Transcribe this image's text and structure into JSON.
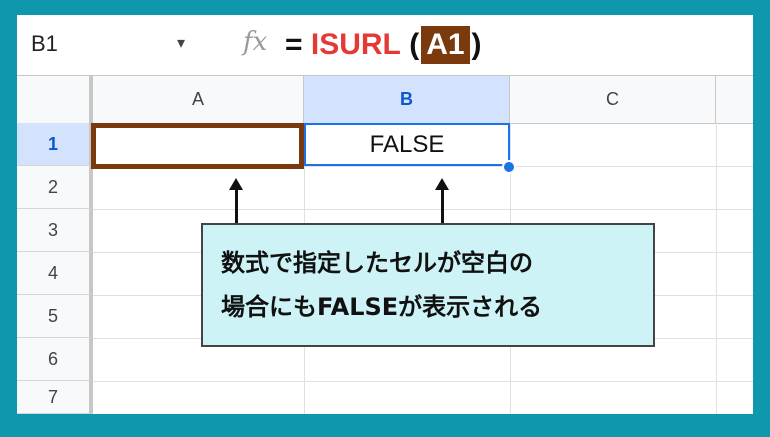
{
  "formula_bar": {
    "name_box": "B1",
    "dropdown_icon": "▾",
    "fx_label": "fx",
    "equals": "= ",
    "function_name": "ISURL",
    "open_paren": " (",
    "argument": "A1",
    "close_paren": ")"
  },
  "columns": [
    "A",
    "B",
    "C"
  ],
  "rows": [
    "1",
    "2",
    "3",
    "4",
    "5",
    "6",
    "7"
  ],
  "cells": {
    "B1": "FALSE"
  },
  "callout": {
    "line1": "数式で指定したセルが空白の",
    "line2": "場合にもFALSEが表示される"
  },
  "colors": {
    "frame": "#0e97ad",
    "function_name": "#e53935",
    "reference_highlight": "#7a3a0e",
    "selection": "#1a73e8",
    "callout_bg": "#cdf3f6"
  }
}
